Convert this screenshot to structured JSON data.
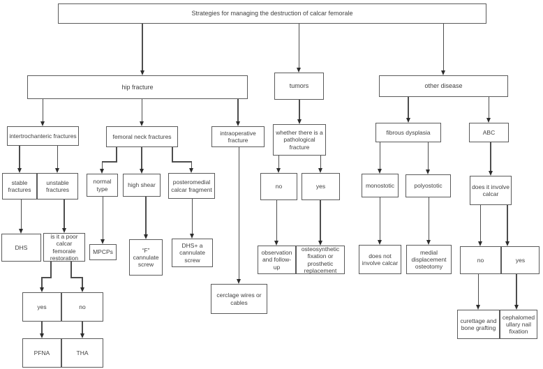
{
  "diagram": {
    "type": "flowchart",
    "title": "Strategies for managing the destruction of calcar femorale",
    "colors": {
      "box_border": "#595959",
      "connector_line": "#4d4d4d",
      "text": "#3f3f3f",
      "background": "#ffffff"
    },
    "nodes": [
      {
        "id": "title",
        "label": "Strategies for managing the destruction of calcar femorale"
      },
      {
        "id": "hip_fracture",
        "label": "hip fracture"
      },
      {
        "id": "tumors",
        "label": "tumors"
      },
      {
        "id": "other_disease",
        "label": "other disease"
      },
      {
        "id": "intertrochanteric",
        "label": "intertrochanteric fractures"
      },
      {
        "id": "femoral_neck",
        "label": "femoral neck fractures"
      },
      {
        "id": "intraoperative",
        "label": "intraoperative fracture"
      },
      {
        "id": "pathological",
        "label": "whether there is a pathological fracture"
      },
      {
        "id": "fibrous_dysplasia",
        "label": "fibrous dysplasia"
      },
      {
        "id": "abc",
        "label": "ABC"
      },
      {
        "id": "stable",
        "label": "stable fractures"
      },
      {
        "id": "unstable",
        "label": "unstable fractures"
      },
      {
        "id": "normal_type",
        "label": "normal type"
      },
      {
        "id": "high_shear",
        "label": "high shear"
      },
      {
        "id": "posteromedial",
        "label": "posteromedial calcar fragment"
      },
      {
        "id": "path_no",
        "label": "no"
      },
      {
        "id": "path_yes",
        "label": "yes"
      },
      {
        "id": "monostotic",
        "label": "monostotic"
      },
      {
        "id": "polyostotic",
        "label": "polyostotic"
      },
      {
        "id": "involve_calcar",
        "label": "does it involve calcar"
      },
      {
        "id": "dhs",
        "label": "DHS"
      },
      {
        "id": "restoration",
        "label": "is it a poor calcar femorale restoration"
      },
      {
        "id": "mpcps",
        "label": "MPCPs"
      },
      {
        "id": "f_screw",
        "label": "“F” cannulate screw"
      },
      {
        "id": "dhs_plus",
        "label": "DHS+ a cannulate screw"
      },
      {
        "id": "cerclage",
        "label": "cerclage wires or cables"
      },
      {
        "id": "observation",
        "label": "observation and follow-up"
      },
      {
        "id": "osteosynthetic",
        "label": "osteosynthetic fixation or prosthetic replacement"
      },
      {
        "id": "not_involve",
        "label": "does not involve calcar"
      },
      {
        "id": "medial_osteotomy",
        "label": "medial displacement osteotomy"
      },
      {
        "id": "inv_no",
        "label": "no"
      },
      {
        "id": "inv_yes",
        "label": "yes"
      },
      {
        "id": "rest_yes",
        "label": "yes"
      },
      {
        "id": "rest_no",
        "label": "no"
      },
      {
        "id": "curettage",
        "label": "curettage and bone grafting"
      },
      {
        "id": "cephalomedullary",
        "label": "cephalomedullary nail fixation"
      },
      {
        "id": "pfna",
        "label": "PFNA"
      },
      {
        "id": "tha",
        "label": "THA"
      }
    ],
    "edges": [
      {
        "from": "title",
        "to": "hip_fracture"
      },
      {
        "from": "title",
        "to": "tumors"
      },
      {
        "from": "title",
        "to": "other_disease"
      },
      {
        "from": "hip_fracture",
        "to": "intertrochanteric"
      },
      {
        "from": "hip_fracture",
        "to": "femoral_neck"
      },
      {
        "from": "hip_fracture",
        "to": "intraoperative"
      },
      {
        "from": "tumors",
        "to": "pathological"
      },
      {
        "from": "other_disease",
        "to": "fibrous_dysplasia"
      },
      {
        "from": "other_disease",
        "to": "abc"
      },
      {
        "from": "intertrochanteric",
        "to": "stable"
      },
      {
        "from": "intertrochanteric",
        "to": "unstable"
      },
      {
        "from": "femoral_neck",
        "to": "normal_type"
      },
      {
        "from": "femoral_neck",
        "to": "high_shear"
      },
      {
        "from": "femoral_neck",
        "to": "posteromedial"
      },
      {
        "from": "intraoperative",
        "to": "cerclage"
      },
      {
        "from": "pathological",
        "to": "path_no"
      },
      {
        "from": "pathological",
        "to": "path_yes"
      },
      {
        "from": "fibrous_dysplasia",
        "to": "monostotic"
      },
      {
        "from": "fibrous_dysplasia",
        "to": "polyostotic"
      },
      {
        "from": "abc",
        "to": "involve_calcar"
      },
      {
        "from": "stable",
        "to": "dhs"
      },
      {
        "from": "unstable",
        "to": "restoration"
      },
      {
        "from": "normal_type",
        "to": "mpcps"
      },
      {
        "from": "high_shear",
        "to": "f_screw"
      },
      {
        "from": "posteromedial",
        "to": "dhs_plus"
      },
      {
        "from": "path_no",
        "to": "observation"
      },
      {
        "from": "path_yes",
        "to": "osteosynthetic"
      },
      {
        "from": "monostotic",
        "to": "not_involve"
      },
      {
        "from": "polyostotic",
        "to": "medial_osteotomy"
      },
      {
        "from": "involve_calcar",
        "to": "inv_no"
      },
      {
        "from": "involve_calcar",
        "to": "inv_yes"
      },
      {
        "from": "restoration",
        "to": "rest_yes"
      },
      {
        "from": "restoration",
        "to": "rest_no"
      },
      {
        "from": "rest_yes",
        "to": "pfna"
      },
      {
        "from": "rest_no",
        "to": "tha"
      },
      {
        "from": "inv_no",
        "to": "curettage"
      },
      {
        "from": "inv_yes",
        "to": "cephalomedullary"
      }
    ]
  }
}
